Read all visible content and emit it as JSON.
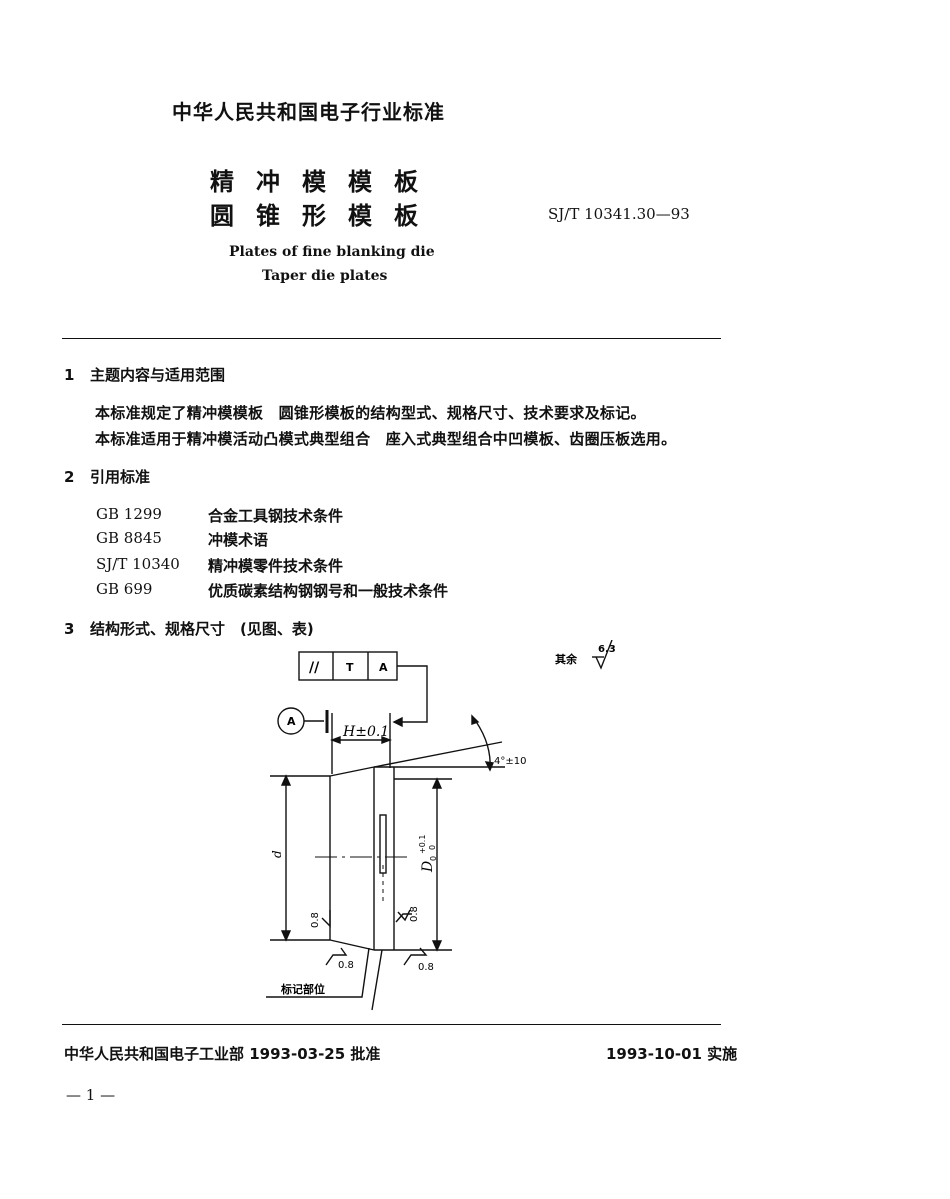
{
  "header": {
    "organization": "中华人民共和国电子行业标准",
    "title_line1": "精冲模模板",
    "title_line2": "圆锥形模板",
    "standard_code": "SJ/T 10341.30—93",
    "english_title_line1": "Plates of fine blanking die",
    "english_title_line2": "Taper die plates"
  },
  "section1": {
    "number": "1",
    "heading": "主题内容与适用范围",
    "para1": "本标准规定了精冲模模板　圆锥形模板的结构型式、规格尺寸、技术要求及标记。",
    "para2": "本标准适用于精冲模活动凸模式典型组合　座入式典型组合中凹模板、齿圈压板选用。"
  },
  "section2": {
    "number": "2",
    "heading": "引用标准",
    "references": [
      {
        "code": "GB 1299",
        "desc": "合金工具钢技术条件"
      },
      {
        "code": "GB 8845",
        "desc": "冲模术语"
      },
      {
        "code": "SJ/T 10340",
        "desc": "精冲模零件技术条件"
      },
      {
        "code": "GB 699",
        "desc": "优质碳素结构钢钢号和一般技术条件"
      }
    ]
  },
  "section3": {
    "number": "3",
    "heading": "结构形式、规格尺寸　(见图、表)"
  },
  "drawing": {
    "tolerance_frame": [
      "//",
      "T",
      "A"
    ],
    "datum": "A",
    "thickness_dim": "H±0.1",
    "angle_dim": "4°±10",
    "diameter_d": "d",
    "diameter_D0": "D",
    "diameter_D0_sub": "0",
    "diameter_D0_tol_upper": "+0.1",
    "diameter_D0_tol_lower": "0",
    "roughness_value": "0.8",
    "rest_roughness_label": "其余",
    "rest_roughness_value": "6.3",
    "marking_label": "标记部位"
  },
  "footer": {
    "approval": "中华人民共和国电子工业部 1993-03-25 批准",
    "implementation": "1993-10-01 实施",
    "page_number": "— 1 —"
  }
}
